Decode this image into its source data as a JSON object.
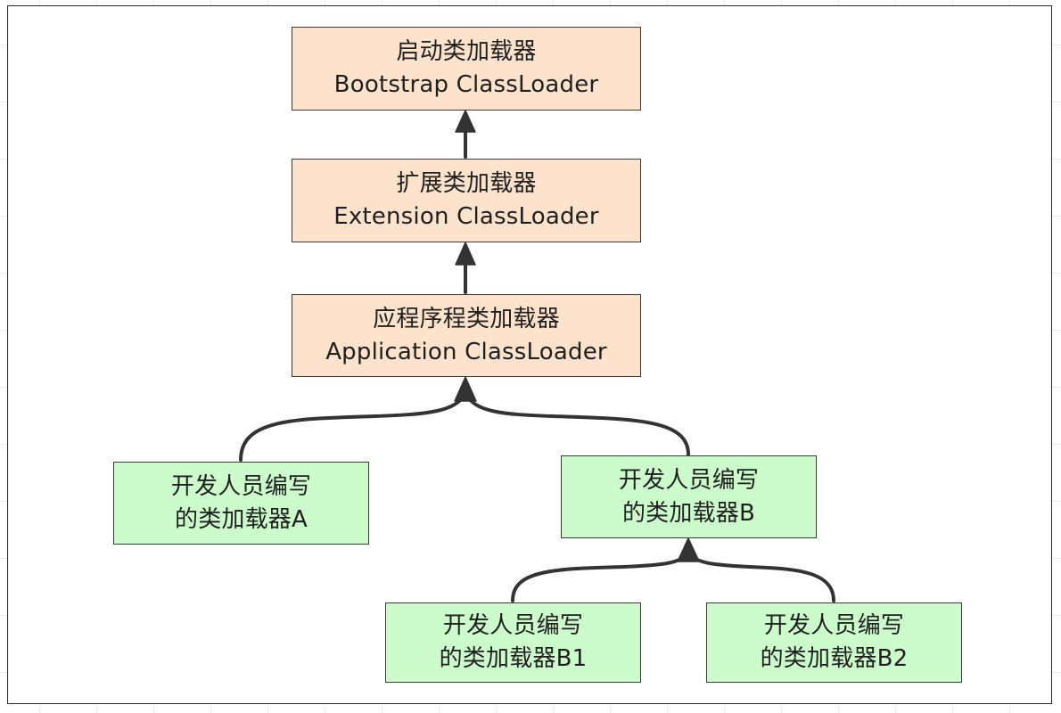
{
  "colors": {
    "system_loader_fill": "#fde3cc",
    "custom_loader_fill": "#ccfccb",
    "stroke": "#333333"
  },
  "nodes": {
    "bootstrap": {
      "line1": "启动类加载器",
      "line2": "Bootstrap ClassLoader"
    },
    "extension": {
      "line1": "扩展类加载器",
      "line2": "Extension ClassLoader"
    },
    "application": {
      "line1": "应程序程类加载器",
      "line2": "Application ClassLoader"
    },
    "custom_a": {
      "line1": "开发人员编写",
      "line2": "的类加载器A"
    },
    "custom_b": {
      "line1": "开发人员编写",
      "line2": "的类加载器B"
    },
    "custom_b1": {
      "line1": "开发人员编写",
      "line2": "的类加载器B1"
    },
    "custom_b2": {
      "line1": "开发人员编写",
      "line2": "的类加载器B2"
    }
  },
  "edges": [
    {
      "from": "extension",
      "to": "bootstrap"
    },
    {
      "from": "application",
      "to": "extension"
    },
    {
      "from": "custom_a",
      "to": "application"
    },
    {
      "from": "custom_b",
      "to": "application"
    },
    {
      "from": "custom_b1",
      "to": "custom_b"
    },
    {
      "from": "custom_b2",
      "to": "custom_b"
    }
  ]
}
